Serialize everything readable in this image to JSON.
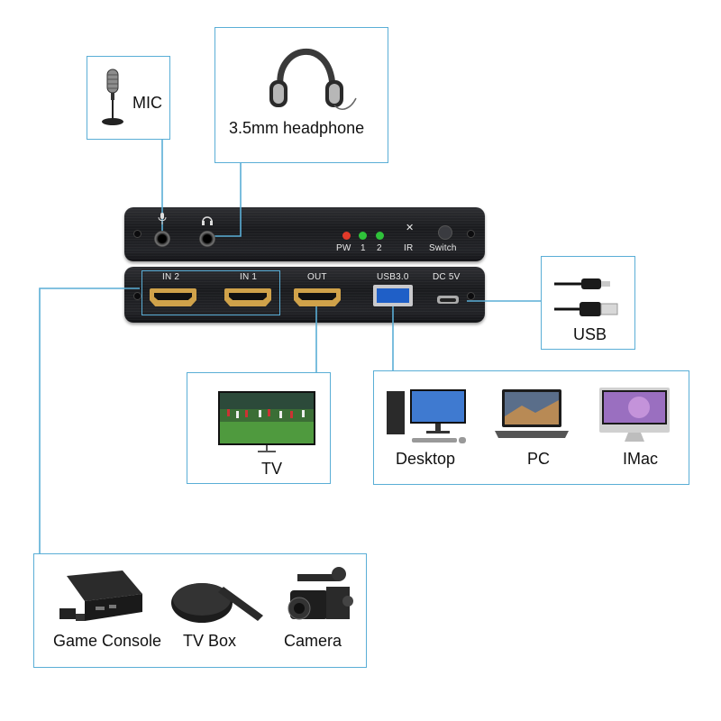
{
  "mic": {
    "label": "MIC"
  },
  "headphone": {
    "label": "3.5mm headphone"
  },
  "usb": {
    "label": "USB"
  },
  "tv": {
    "label": "TV"
  },
  "computers": {
    "items": [
      {
        "label": "Desktop"
      },
      {
        "label": "PC"
      },
      {
        "label": "IMac"
      }
    ]
  },
  "sources": {
    "items": [
      {
        "label": "Game Console"
      },
      {
        "label": "TV Box"
      },
      {
        "label": "Camera"
      }
    ]
  },
  "device": {
    "front": {
      "pw": "PW",
      "led1": "1",
      "led2": "2",
      "ir": "IR",
      "switch": "Switch"
    },
    "back": {
      "in2": "IN 2",
      "in1": "IN 1",
      "out": "OUT",
      "usb": "USB3.0",
      "dc": "DC 5V"
    },
    "led_colors": {
      "pw": "#e23a2a",
      "led1": "#2fc23a",
      "led2": "#2fc23a"
    }
  },
  "accent_color": "#5aaed6"
}
